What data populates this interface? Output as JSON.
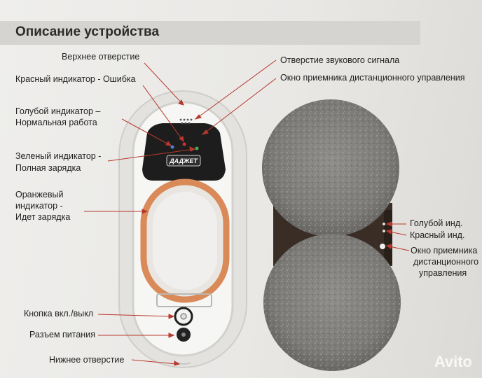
{
  "title": "Описание устройства",
  "labels": {
    "top_hole": "Верхнее отверстие",
    "red_error": "Красный индикатор - Ошибка",
    "blue_line1": "Голубой индикатор –",
    "blue_line2": "Нормальная работа",
    "green_line1": "Зеленый индикатор -",
    "green_line2": "Полная зарядка",
    "orange_line1": "Оранжевый",
    "orange_line2": "индикатор -",
    "orange_line3": "Идет зарядка",
    "power_button": "Кнопка вкл./выкл",
    "power_jack": "Разъем питания",
    "bottom_hole": "Нижнее отверстие",
    "sound_hole": "Отверстие звукового сигнала",
    "remote_window": "Окно приемника дистанционного управления",
    "blue_ind": "Голубой инд.",
    "red_ind": "Красный инд.",
    "remote2_line1": "Окно приемника",
    "remote2_line2": "дистанционного",
    "remote2_line3": "управления"
  },
  "logo_text": "ДАДЖЕТ",
  "watermark": "Avito"
}
